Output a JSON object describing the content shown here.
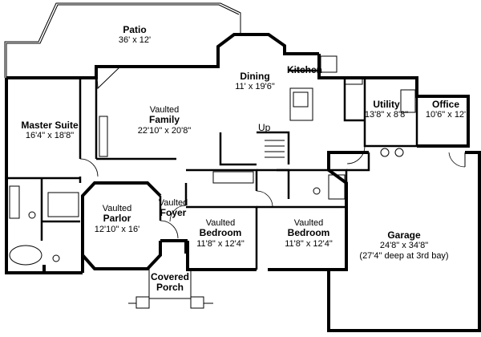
{
  "rooms": {
    "patio": {
      "name": "Patio",
      "dims": "36' x 12'"
    },
    "dining": {
      "name": "Dining",
      "dims": "11' x 19'6\""
    },
    "kitchen": {
      "name": "Kitchen"
    },
    "utility": {
      "name": "Utility",
      "dims": "13'8\" x 8'8\""
    },
    "office": {
      "name": "Office",
      "dims": "10'6\" x 12'"
    },
    "master": {
      "name": "Master Suite",
      "dims": "16'4\" x 18'8\""
    },
    "family": {
      "qualifier": "Vaulted",
      "name": "Family",
      "dims": "22'10\" x 20'8\""
    },
    "parlor": {
      "qualifier": "Vaulted",
      "name": "Parlor",
      "dims": "12'10\" x 16'"
    },
    "foyer": {
      "qualifier": "Vaulted",
      "name": "Foyer"
    },
    "bedroom1": {
      "qualifier": "Vaulted",
      "name": "Bedroom",
      "dims": "11'8\" x 12'4\""
    },
    "bedroom2": {
      "qualifier": "Vaulted",
      "name": "Bedroom",
      "dims": "11'8\" x 12'4\""
    },
    "garage": {
      "name": "Garage",
      "dims": "24'8\" x 34'8\"",
      "note": "(27'4\" deep at 3rd bay)"
    },
    "porch": {
      "qualifier": "Covered",
      "name": "Porch"
    }
  },
  "stairs_label": "Up"
}
